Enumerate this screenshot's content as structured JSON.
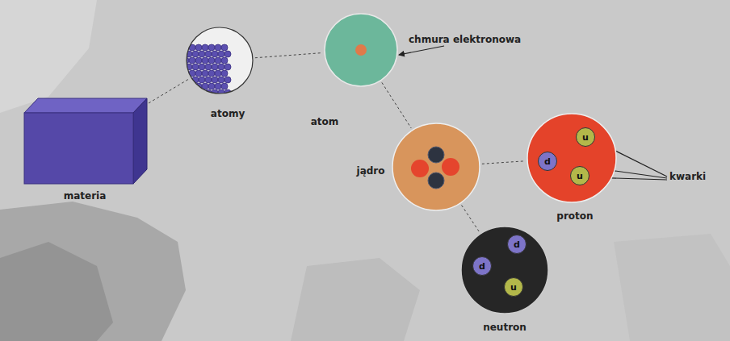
{
  "diagram": {
    "nodes": [
      {
        "text": [
          "materia"
        ]
      },
      {
        "text": [
          "atomy"
        ]
      },
      {
        "text": [
          "atom"
        ]
      },
      {
        "text": [
          "jądro"
        ]
      },
      {
        "text": [
          "proton"
        ]
      },
      {
        "text": [
          "u"
        ],
        "in": 4
      },
      {
        "text": [
          "d"
        ],
        "in": 4
      },
      {
        "text": [
          "u"
        ],
        "in": 4
      },
      {
        "text": [
          "neutron"
        ]
      },
      {
        "text": [
          "d"
        ],
        "in": 8
      },
      {
        "text": [
          "d"
        ],
        "in": 8
      },
      {
        "text": [
          "u"
        ],
        "in": 8
      }
    ],
    "edges": [
      {
        "from": 0,
        "to": 1,
        "arrow": "none"
      },
      {
        "from": 1,
        "to": 2,
        "arrow": "none"
      },
      {
        "from": 2,
        "to": 3,
        "arrow": "none"
      },
      {
        "from": 3,
        "to": 4,
        "arrow": "none"
      },
      {
        "from": 3,
        "to": 8,
        "arrow": "none"
      }
    ],
    "labels": [
      "chmura elektronowa",
      "kwarki"
    ]
  }
}
